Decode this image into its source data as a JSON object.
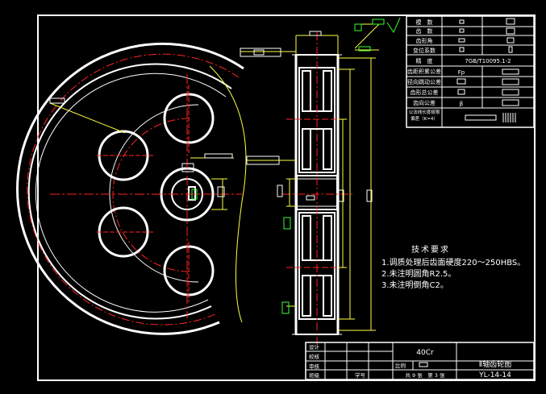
{
  "param_table": {
    "rows": [
      "模　数",
      "齿　数",
      "齿形角",
      "变位系数",
      "精　度",
      "齿距积累公差",
      "径向跳动公差",
      "齿形总公差",
      "齿向公差",
      "公法线长度极限偏差（K=4）"
    ],
    "precision_value": "7GB/T10095.1-2",
    "fp_symbol": "Fp",
    "beta_symbol": "β"
  },
  "tech_requirements": {
    "title": "技术要求",
    "items": [
      "1.调质处理后齿面硬度220～250HBS。",
      "2.未注明圆角R2.5。",
      "3.未注明倒角C2。"
    ]
  },
  "title_block": {
    "material": "40Cr",
    "drawing_name": "Ⅱ轴齿轮图",
    "drawing_no": "YL-14-14",
    "scale_label": "比例",
    "labels": [
      "设计",
      "校核",
      "审核",
      "班级",
      "学号"
    ],
    "sheets": "共 9 张　第 3 张"
  },
  "colors": {
    "background": "#000000",
    "outline": "#ffffff",
    "centerline": "#ff2222",
    "dimension": "#ffff44",
    "symbol": "#33ff33"
  }
}
